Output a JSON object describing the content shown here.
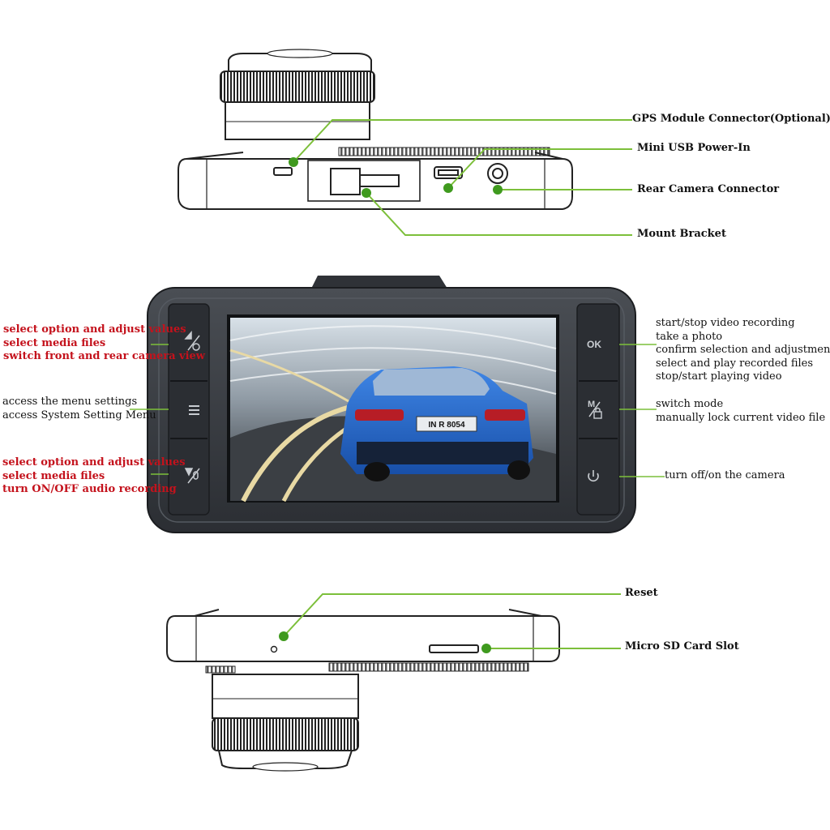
{
  "top_view": {
    "callouts": [
      "GPS Module Connector(Optional)",
      "Mini USB Power-In",
      "Rear Camera Connector",
      "Mount Bracket"
    ]
  },
  "front_view": {
    "left_callouts": [
      [
        "select option and adjust values",
        "select media files",
        "switch front and rear camera view"
      ],
      [
        "access the menu settings",
        "access System Setting Menu"
      ],
      [
        "select option and adjust values",
        "select media files",
        "turn ON/OFF audio recording"
      ]
    ],
    "right_callouts": [
      [
        "start/stop video recording",
        "take a photo",
        "confirm selection and adjustment",
        "select and play recorded files",
        "stop/start playing video"
      ],
      [
        "switch mode",
        "manually lock current video file"
      ],
      [
        "turn off/on the camera"
      ]
    ],
    "buttons": {
      "ok_label": "OK",
      "mode_label": "M"
    },
    "screen": {
      "license_plate": "IN R 8054"
    }
  },
  "bottom_view": {
    "callouts": [
      "Reset",
      "Micro SD Card Slot"
    ]
  },
  "colors": {
    "leader_line": "#7cbf3a",
    "leader_dot": "#3f9a1e",
    "red_label": "#c4121c",
    "device_body": "#3a3d42",
    "screen_sky": "#c9d3dc",
    "car_body": "#1f63c9"
  }
}
